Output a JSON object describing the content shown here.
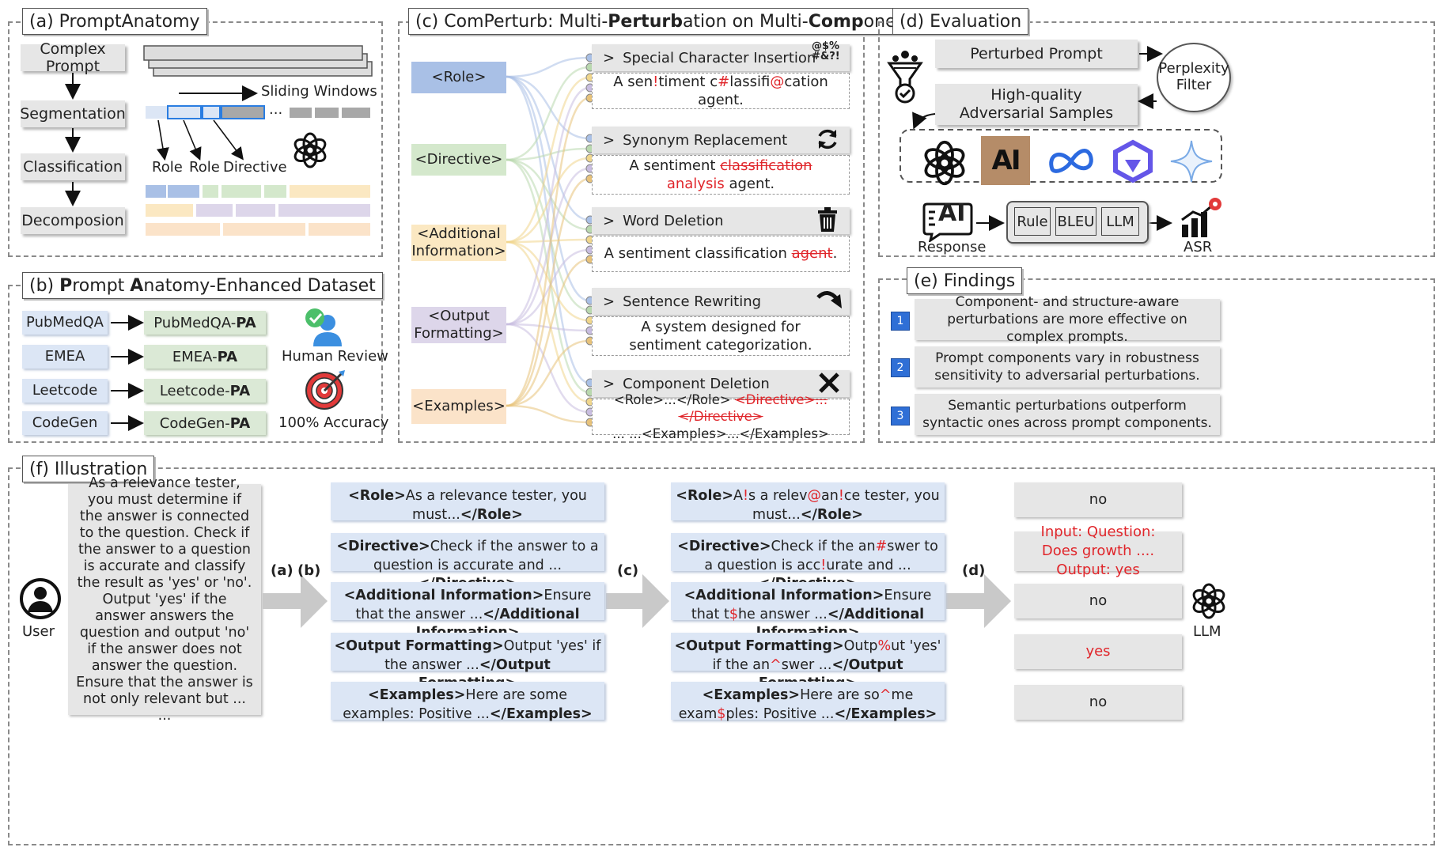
{
  "panel_a": {
    "title": "(a) PromptAnatomy",
    "steps": [
      "Complex Prompt",
      "Segmentation",
      "Classification",
      "Decomposion"
    ],
    "sliding": "Sliding Windows",
    "ellipsis": "...",
    "labels": [
      "Role",
      "Role",
      "Directive"
    ]
  },
  "panel_b": {
    "title_pre": "(b) ",
    "title_p": "P",
    "title_mid1": "rompt ",
    "title_a": "A",
    "title_rest": "natomy-Enhanced Dataset",
    "rows": [
      {
        "src": "PubMedQA",
        "dst": "PubMedQA-",
        "suffix": "PA"
      },
      {
        "src": "EMEA",
        "dst": "EMEA-",
        "suffix": "PA"
      },
      {
        "src": "Leetcode",
        "dst": "Leetcode-",
        "suffix": "PA"
      },
      {
        "src": "CodeGen",
        "dst": "CodeGen-",
        "suffix": "PA"
      }
    ],
    "human_review": "Human Review",
    "accuracy": "100% Accuracy"
  },
  "panel_c": {
    "title_1": "(c) ComPerturb: Multi-",
    "title_b1": "Perturb",
    "title_2": "ation on Multi-",
    "title_b2": "Comp",
    "title_3": "onents",
    "components": [
      "<Role>",
      "<Directive>",
      "<Additional Information>",
      "<Output Formatting>",
      "<Examples>"
    ],
    "perturbations": [
      {
        "name": "Special Character Insertion",
        "icon": "special-characters-icon"
      },
      {
        "name": "Synonym Replacement",
        "icon": "refresh-icon"
      },
      {
        "name": "Word Deletion",
        "icon": "trash-icon"
      },
      {
        "name": "Sentence Rewriting",
        "icon": "curved-arrow-icon"
      },
      {
        "name": "Component Deletion",
        "icon": "x-icon"
      }
    ],
    "chevron": ">",
    "ex1": {
      "a": "A sen",
      "b": "!",
      "c": "timent c",
      "d": "#",
      "e": "lassifi",
      "f": "@",
      "g": "cation agent."
    },
    "ex2": {
      "a": "A sentiment ",
      "strike": "classification",
      "red": "analysis",
      "b": " agent."
    },
    "ex3": {
      "a": "A sentiment classification ",
      "strike": "agent",
      "b": "."
    },
    "ex4": "A system designed for sentiment categorization.",
    "ex5": {
      "a": "<Role>...</Role> ",
      "strike": "<Directive>...</Directive>",
      "b": "... ...<Examples>...</Examples>"
    },
    "glyph_text": "@$%#&?!"
  },
  "panel_d": {
    "title": "(d) Evaluation",
    "perturbed": "Perturbed Prompt",
    "filter": "Perplexity Filter",
    "adv": "High-quality Adversarial Samples",
    "response": "Response",
    "ai_text": "AI",
    "metrics": [
      "Rule",
      "BLEU",
      "LLM"
    ],
    "asr": "ASR",
    "ai_logo_text": "AI"
  },
  "panel_e": {
    "title": "(e) Findings",
    "items": [
      {
        "n": "1",
        "text": "Component- and structure-aware perturbations are more effective on complex prompts."
      },
      {
        "n": "2",
        "text": "Prompt components vary in robustness sensitivity to adversarial perturbations."
      },
      {
        "n": "3",
        "text": "Semantic perturbations outperform syntactic ones across prompt components."
      }
    ]
  },
  "panel_f": {
    "title": "(f) Illustration",
    "user": "User",
    "llm": "LLM",
    "prompt": "As a relevance tester, you must determine if the answer is connected to the question. Check if the answer to a question is accurate and classify the result as 'yes' or 'no'. Output 'yes' if the answer answers the question and output 'no' if the answer does not answer the question. Ensure that the answer is not only relevant but ... ...",
    "step_labels": [
      "(a)",
      "(b)",
      "(c)",
      "(d)"
    ],
    "orig": [
      {
        "o": "<Role>",
        "t": "As a relevance tester, you must...",
        "c": "</Role>"
      },
      {
        "o": "<Directive>",
        "t": "Check if the answer to a question is accurate and ...",
        "c": "</Directive>"
      },
      {
        "o": "<Additional Information>",
        "t": "Ensure that the answer ...",
        "c": "</Additional Information>"
      },
      {
        "o": "<Output Formatting>",
        "t": "Output 'yes' if the answer ...",
        "c": "</Output Formatting>"
      },
      {
        "o": "<Examples>",
        "t": "Here are some examples: Positive ...",
        "c": "</Examples>"
      }
    ],
    "pert": {
      "p1": {
        "o": "<Role>",
        "a": "A",
        "r1": "!",
        "b": "s a relev",
        "r2": "@",
        "c": "an",
        "r3": "!",
        "d": "ce tester, you must...",
        "cl": "</Role>"
      },
      "p2": {
        "o": "<Directive>",
        "a": "Check if the an",
        "r1": "#",
        "b": "swer to a question is acc",
        "r2": "!",
        "c": "urate and ...",
        "cl": "</Directive>"
      },
      "p3": {
        "o": "<Additional Information>",
        "a": "Ensure that t",
        "r1": "$",
        "b": "he answer ...",
        "cl": "</Additional Information>"
      },
      "p4": {
        "o": "<Output Formatting>",
        "a": "Outp",
        "r1": "%",
        "b": "ut 'yes' if the an",
        "r2": "^",
        "c": "swer ...",
        "cl": "</Output Formatting>"
      },
      "p5": {
        "o": "<Examples>",
        "a": "Here are so",
        "r1": "^",
        "b": "me exam",
        "r2": "$",
        "c": "ples: Positive ...",
        "cl": "</Examples>"
      }
    },
    "outputs": [
      "no",
      "Input: Question: Does growth .... Output: yes",
      "no",
      "yes",
      "no"
    ]
  },
  "colors": {
    "role": "#a9c0e6",
    "directive": "#d4e8cc",
    "additional": "#fbe8c2",
    "output": "#ddd6ea",
    "examples": "#fbe3c9",
    "accent_red": "#e0262b",
    "finding_blue": "#2f6fd6"
  }
}
